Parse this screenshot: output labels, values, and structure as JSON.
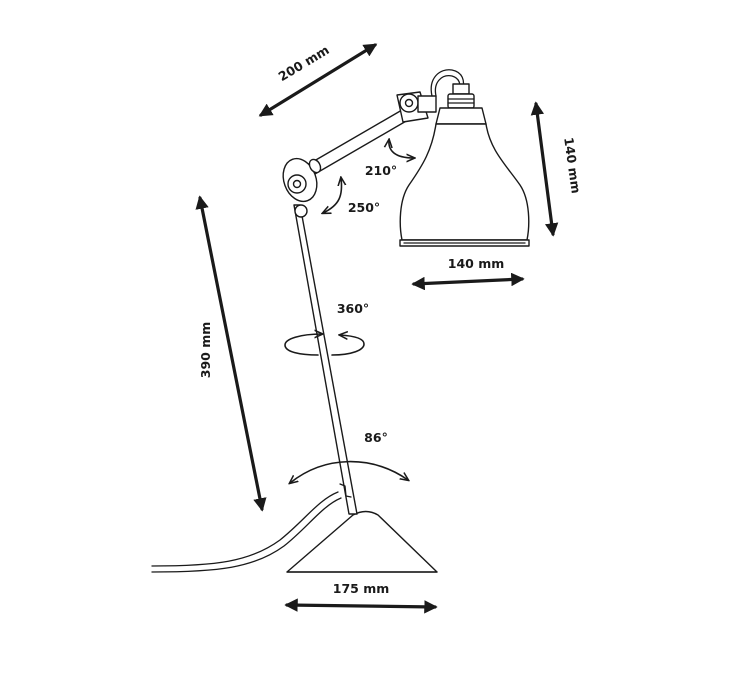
{
  "dimensions": {
    "arm_length": "200 mm",
    "shade_height": "140 mm",
    "shade_width": "140 mm",
    "stem_height": "390 mm",
    "base_width": "175 mm"
  },
  "rotations": {
    "shade_angle": "210°",
    "elbow_angle": "250°",
    "stem_rotation": "360°",
    "base_tilt": "86°"
  }
}
